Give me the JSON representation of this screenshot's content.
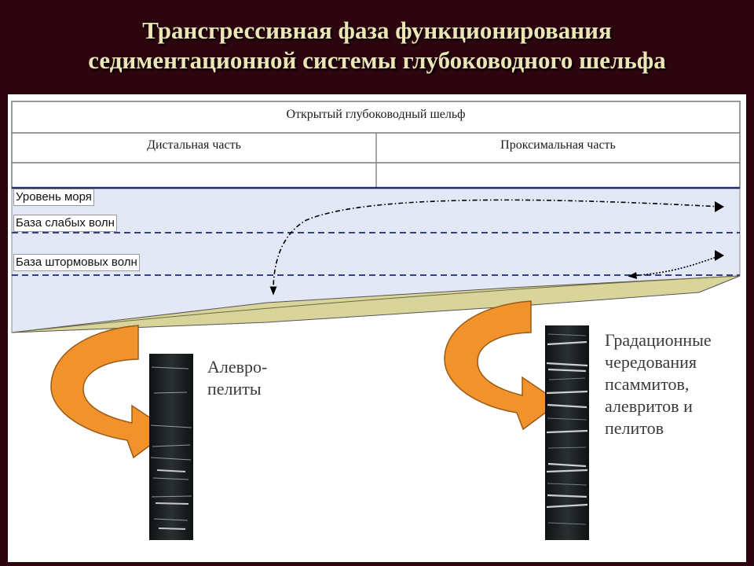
{
  "title": {
    "line1": "Трансгрессивная фаза функционирования",
    "line2": "седиментационной системы глубоководного шельфа"
  },
  "table": {
    "header": "Открытый глубоководный шельф",
    "left_column": "Дистальная часть",
    "right_column": "Проксимальная часть"
  },
  "levels": {
    "sea_level": "Уровень моря",
    "weak_wave_base": "База слабых волн",
    "storm_wave_base": "База штормовых волн"
  },
  "cores": {
    "left_label_line1": "Алевро-",
    "left_label_line2": "пелиты",
    "right_label_line1": "Градационные",
    "right_label_line2": "чередования",
    "right_label_line3": "псаммитов,",
    "right_label_line4": "алевритов и",
    "right_label_line5": "пелитов"
  },
  "colors": {
    "background": "#2d050f",
    "title": "#ece5b6",
    "water": "#e3e8f6",
    "sediment": "#d9d49a",
    "arrow": "#f2922c",
    "wave_line": "#1e2a78"
  }
}
